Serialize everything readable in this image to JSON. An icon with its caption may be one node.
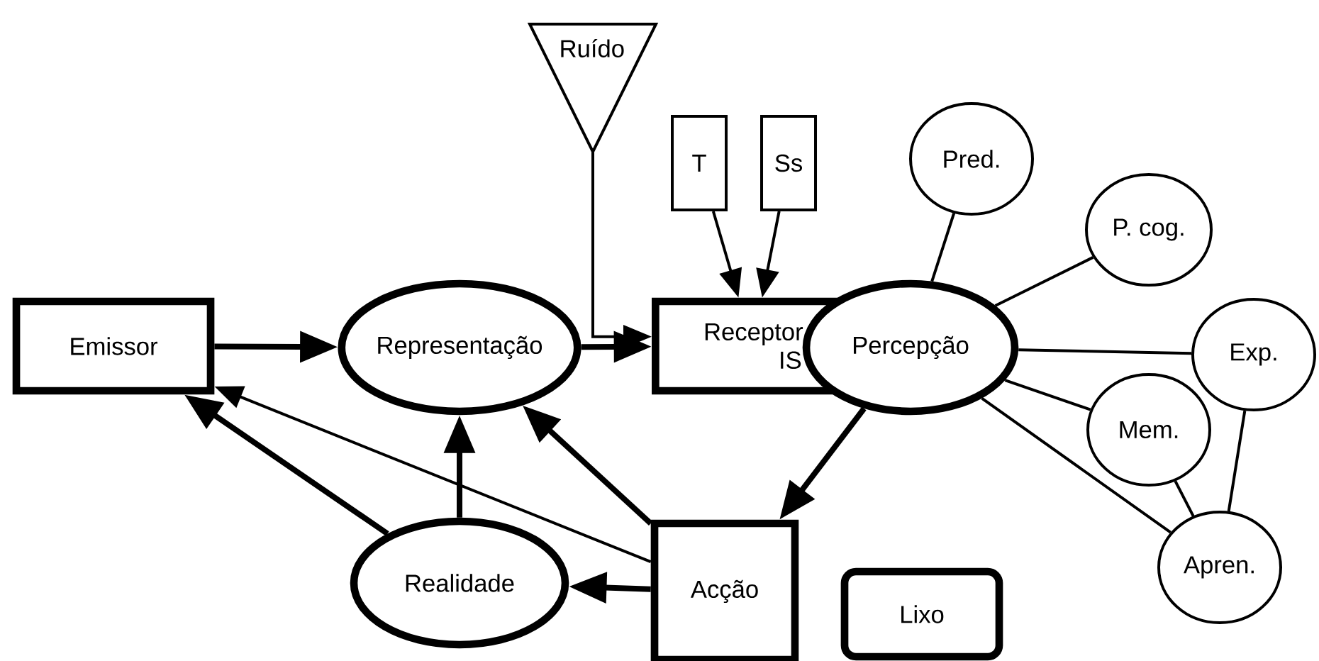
{
  "diagram": {
    "nodes": [
      {
        "text": [
          "Ruído"
        ]
      },
      {
        "text": [
          "T"
        ]
      },
      {
        "text": [
          "Ss"
        ]
      },
      {
        "text": [
          "Pred."
        ]
      },
      {
        "text": [
          "P. cog."
        ]
      },
      {
        "text": [
          "Emissor"
        ]
      },
      {
        "text": [
          "Representação"
        ]
      },
      {
        "text": [
          "Receptor IS"
        ]
      },
      {
        "text": [
          "Percepção"
        ]
      },
      {
        "text": [
          "Exp."
        ]
      },
      {
        "text": [
          "Mem."
        ]
      },
      {
        "text": [
          "Realidade"
        ]
      },
      {
        "text": [
          "Acção"
        ]
      },
      {
        "text": [
          "Apren."
        ]
      },
      {
        "text": [
          "Lixo"
        ]
      }
    ],
    "edges": [
      {
        "from": 5,
        "to": 6,
        "arrow": "to",
        "style": "thick"
      },
      {
        "from": 6,
        "to": 7,
        "arrow": "to",
        "style": "thick"
      },
      {
        "from": 0,
        "to": 7,
        "arrow": "to"
      },
      {
        "from": 1,
        "to": 7,
        "arrow": "to"
      },
      {
        "from": 2,
        "to": 7,
        "arrow": "to"
      },
      {
        "from": 8,
        "to": 3,
        "arrow": "none"
      },
      {
        "from": 8,
        "to": 4,
        "arrow": "none"
      },
      {
        "from": 8,
        "to": 9,
        "arrow": "none"
      },
      {
        "from": 8,
        "to": 10,
        "arrow": "none"
      },
      {
        "from": 8,
        "to": 13,
        "arrow": "none"
      },
      {
        "from": 10,
        "to": 13,
        "arrow": "none"
      },
      {
        "from": 9,
        "to": 13,
        "arrow": "none"
      },
      {
        "from": 8,
        "to": 12,
        "arrow": "to",
        "style": "thick"
      },
      {
        "from": 12,
        "to": 6,
        "arrow": "to",
        "style": "thick"
      },
      {
        "from": 12,
        "to": 5,
        "arrow": "to"
      },
      {
        "from": 12,
        "to": 11,
        "arrow": "to",
        "style": "thick"
      },
      {
        "from": 11,
        "to": 6,
        "arrow": "to",
        "style": "thick"
      },
      {
        "from": 11,
        "to": 5,
        "arrow": "to",
        "style": "thick"
      }
    ]
  }
}
